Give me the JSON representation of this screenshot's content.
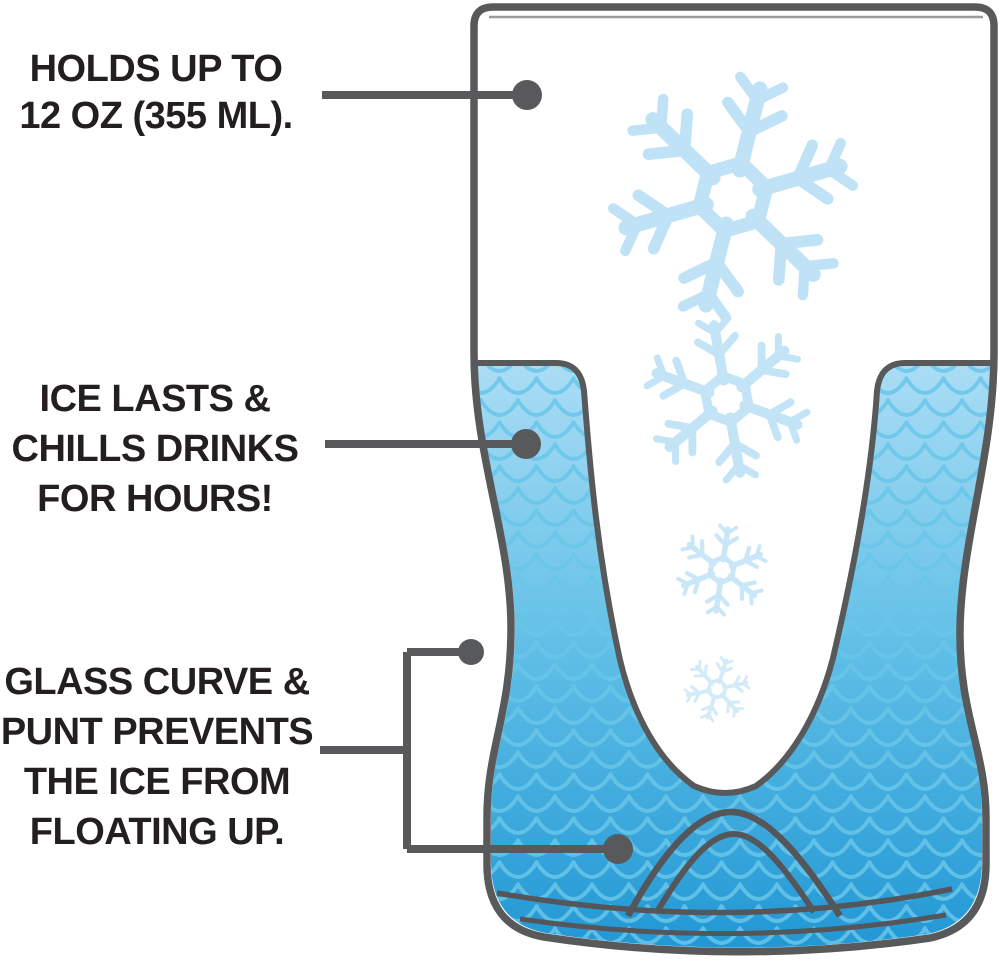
{
  "callouts": {
    "capacity": {
      "lines": [
        "HOLDS UP TO",
        "12 OZ (355 ML)."
      ]
    },
    "chill": {
      "lines": [
        "ICE LASTS &",
        "CHILLS DRINKS",
        "FOR HOURS!"
      ]
    },
    "punt": {
      "lines": [
        "GLASS CURVE &",
        "PUNT PREVENTS",
        "THE ICE FROM",
        "FLOATING UP."
      ]
    }
  },
  "illustration": {
    "snowflake_count": 4,
    "colors": {
      "outline_gray": "#58595b",
      "text_black": "#231f20",
      "ice_gradient_top": "#abddf5",
      "ice_gradient_mid": "#64c1e7",
      "ice_gradient_bottom": "#1f96d4",
      "scale_pattern_blue": "#68c6e9",
      "snowflake_blue": "#bfe2f6",
      "background": "#ffffff"
    }
  }
}
